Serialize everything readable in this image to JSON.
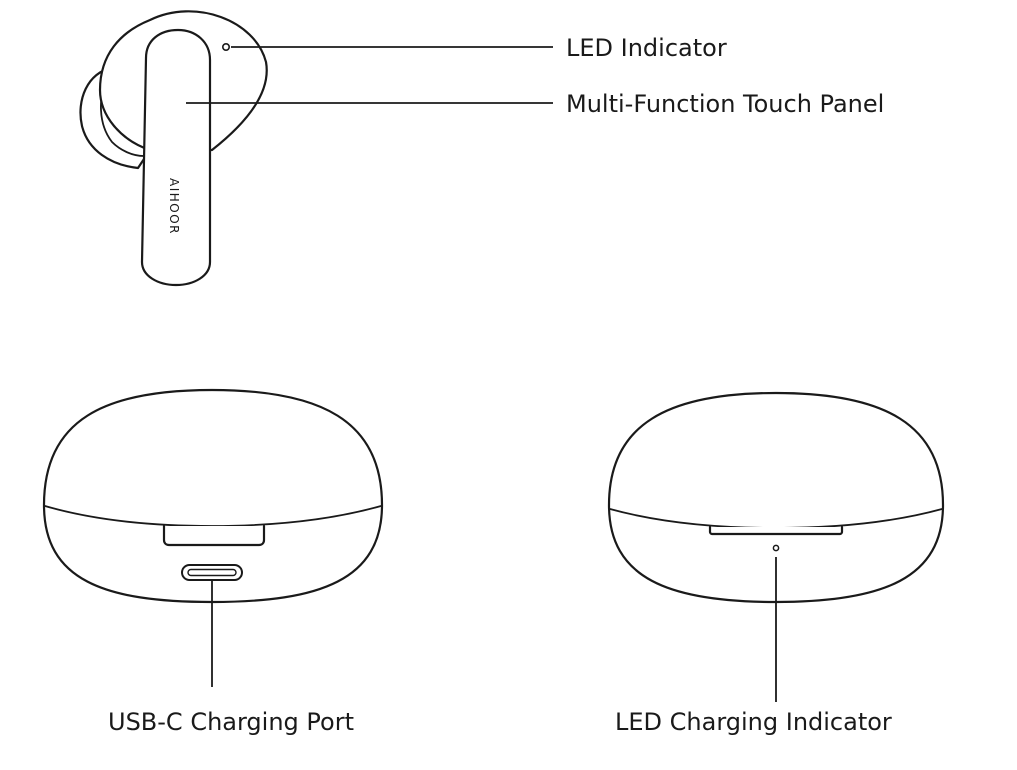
{
  "callouts": {
    "led_indicator": "LED Indicator",
    "touch_panel": "Multi-Function Touch Panel",
    "usb_c_port": "USB-C Charging Port",
    "led_charging_indicator": "LED Charging Indicator"
  },
  "earbud": {
    "brand_text": "AIHOOR"
  },
  "colors": {
    "line": "#1a1a1a",
    "background": "#ffffff"
  }
}
